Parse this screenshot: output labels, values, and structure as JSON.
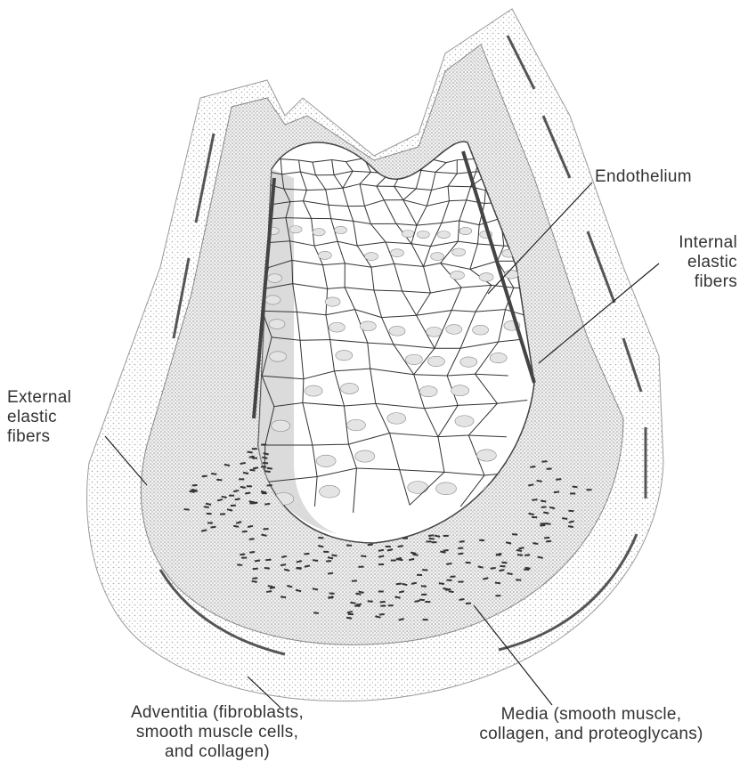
{
  "labels": {
    "endothelium": "Endothelium",
    "internal_elastic": "Internal\nelastic\nfibers",
    "external_elastic": "External\nelastic\nfibers",
    "adventitia": "Adventitia (fibroblasts,\nsmooth muscle cells,\nand collagen)",
    "media": "Media (smooth muscle,\ncollagen, and proteoglycans)"
  },
  "colors": {
    "line": "#222222",
    "cell_stroke": "#333333",
    "dots": "#999999",
    "fiber": "#444444"
  }
}
